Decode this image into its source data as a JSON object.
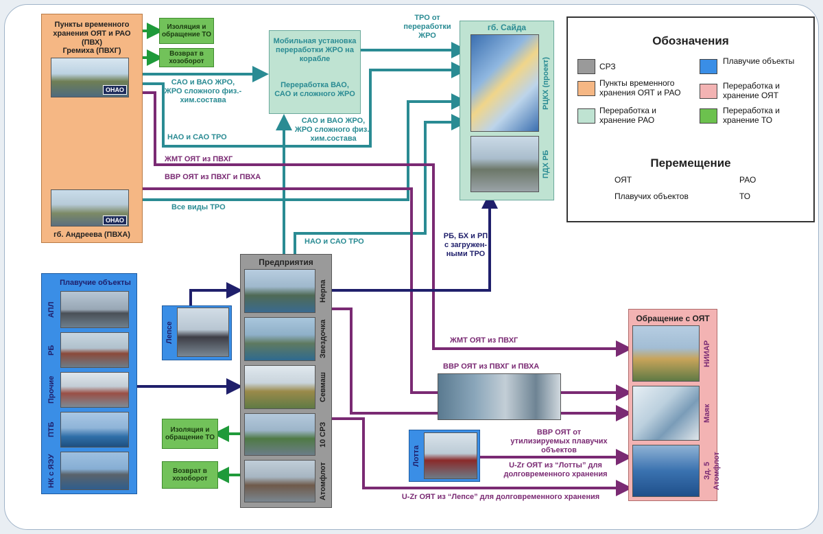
{
  "pvh": {
    "title": "Пункты временного хранения ОЯТ и РАО (ПВХ)",
    "gremikha": "Гремиха (ПВХГ)",
    "andreeva": "гб. Андреева (ПВХА)",
    "onao1": "ОНАО",
    "onao2": "ОНАО"
  },
  "green_boxes": {
    "top_isolation": "Изоляция и обращение ТО",
    "top_return": "Возврат в хозоборот",
    "bottom_isolation": "Изоляция и обращение ТО",
    "bottom_return": "Возврат в хозоборот"
  },
  "mobile": {
    "line1": "Мобильная установка переработки ЖРО на корабле",
    "line2": "Переработка ВАО, САО и сложного ЖРО"
  },
  "sayda": {
    "title": "гб. Сайда",
    "rcks": "РЦКХ (проект)",
    "pdh": "ПДХ РБ"
  },
  "legend": {
    "title": "Обозначения",
    "items": [
      {
        "label": "СРЗ",
        "color": "#9a9a9a"
      },
      {
        "label": "Пункты временного хранения ОЯТ и РАО",
        "color": "#f5b784"
      },
      {
        "label": "Переработка и хранение РАО",
        "color": "#bfe3d2"
      },
      {
        "label": "Плавучие объекты",
        "color": "#3a8ee6"
      },
      {
        "label": "Переработка и хранение ОЯТ",
        "color": "#f3b3b3"
      },
      {
        "label": "Переработка и хранение ТО",
        "color": "#6cc14e"
      }
    ],
    "move_title": "Перемещение",
    "moves": [
      {
        "label": "ОЯТ",
        "color": "#7a2a73"
      },
      {
        "label": "Плавучих объектов",
        "color": "#1f1f6b"
      },
      {
        "label": "РАО",
        "color": "#2a8b93"
      },
      {
        "label": "ТО",
        "color": "#1f9a3a"
      }
    ]
  },
  "flows": {
    "tro_from_processing": "ТРО от переработки ЖРО",
    "sao_vao_1": "САО и ВАО ЖРО, ЖРО сложного физ.-хим.состава",
    "sao_vao_2": "САО и ВАО ЖРО, ЖРО сложного физ.-хим.состава",
    "nao_sao_1": "НАО и САО ТРО",
    "zhmt_1": "ЖМТ ОЯТ из ПВХГ",
    "vvr_1": "ВВР ОЯТ из ПВХГ и ПВХА",
    "all_tro": "Все виды ТРО",
    "nao_sao_2": "НАО и САО ТРО",
    "rb_bh": "РБ, БХ и РП с загружен-ными ТРО",
    "zhmt_2": "ЖМТ ОЯТ из ПВХГ",
    "vvr_2": "ВВР ОЯТ из ПВХГ и ПВХА",
    "vvr_util": "ВВР ОЯТ от утилизируемых плавучих объектов",
    "uzr_lotta": "U-Zr ОЯТ из “Лотты” для долговременного хранения",
    "uzr_lepse": "U-Zr ОЯТ из “Лепсе” для долговременного хранения"
  },
  "floating": {
    "title": "Плавучие объекты",
    "items": [
      "АПЛ",
      "РБ",
      "Прочие",
      "ПТБ",
      "НК с ЯЭУ"
    ]
  },
  "lepse": "Лепсе",
  "lotta": "Лотта",
  "enterprises": {
    "title": "Предприятия",
    "items": [
      "Нерпа",
      "Звездочка",
      "Севмаш",
      "10 СРЗ",
      "Атомфлот"
    ]
  },
  "oyat": {
    "title": "Обращение с ОЯТ",
    "items": [
      "НИИАР",
      "Маяк",
      "Зд. 5 Атомфлот"
    ]
  }
}
